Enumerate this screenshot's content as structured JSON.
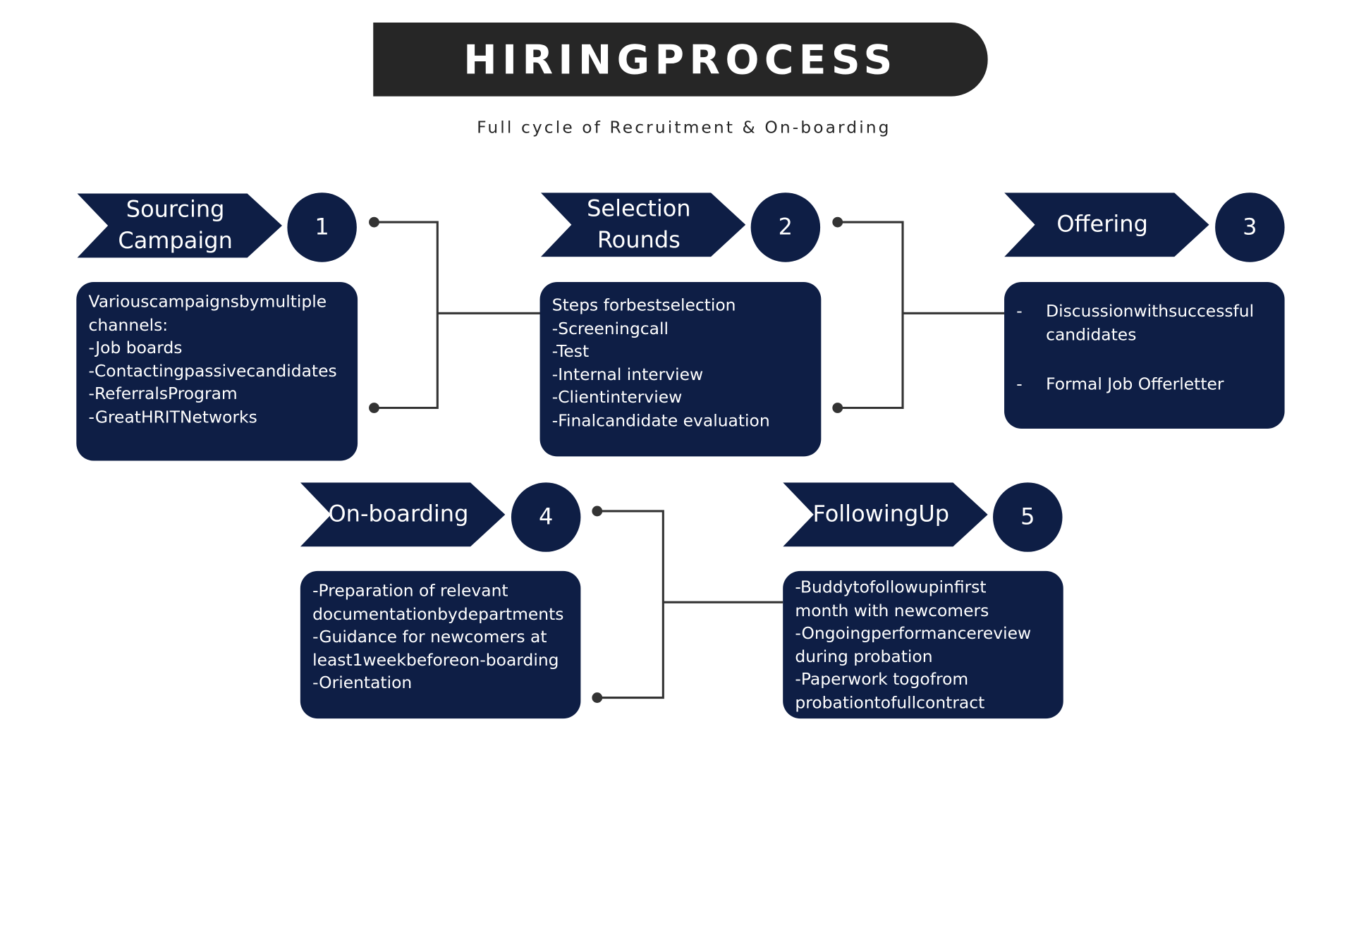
{
  "header": {
    "title": "HIRINGPROCESS",
    "subtitle": "Full cycle of Recruitment & On-boarding"
  },
  "steps": [
    {
      "number": "1",
      "label": "Sourcing\nCampaign",
      "details": [
        "Variouscampaignsbymultiple",
        "channels:",
        "-Job boards",
        "-Contactingpassivecandidates",
        "-ReferralsProgram",
        "-GreatHRITNetworks"
      ]
    },
    {
      "number": "2",
      "label": "Selection\nRounds",
      "details": [
        "Steps forbestselection",
        "-Screeningcall",
        "-Test",
        "-Internal interview",
        "-Clientinterview",
        "-Finalcandidate evaluation"
      ]
    },
    {
      "number": "3",
      "label": "Offering",
      "bullet_marker": "-",
      "details": [
        [
          "Discussionwithsuccessful",
          "candidates"
        ],
        [
          "Formal Job Offerletter"
        ]
      ]
    },
    {
      "number": "4",
      "label": "On-boarding",
      "details": [
        "-Preparation of relevant",
        "documentationbydepartments",
        "-Guidance for newcomers at",
        "least1weekbeforeon-boarding",
        "-Orientation"
      ]
    },
    {
      "number": "5",
      "label": "FollowingUp",
      "details": [
        "-Buddytofollowupinfirst",
        "month with newcomers",
        "-Ongoingperformancereview",
        "during probation",
        "-Paperwork togofrom",
        "probationtofullcontract"
      ]
    }
  ],
  "colors": {
    "navy": "#0e1e45",
    "header_bg": "#262626",
    "connector": "#333333"
  }
}
